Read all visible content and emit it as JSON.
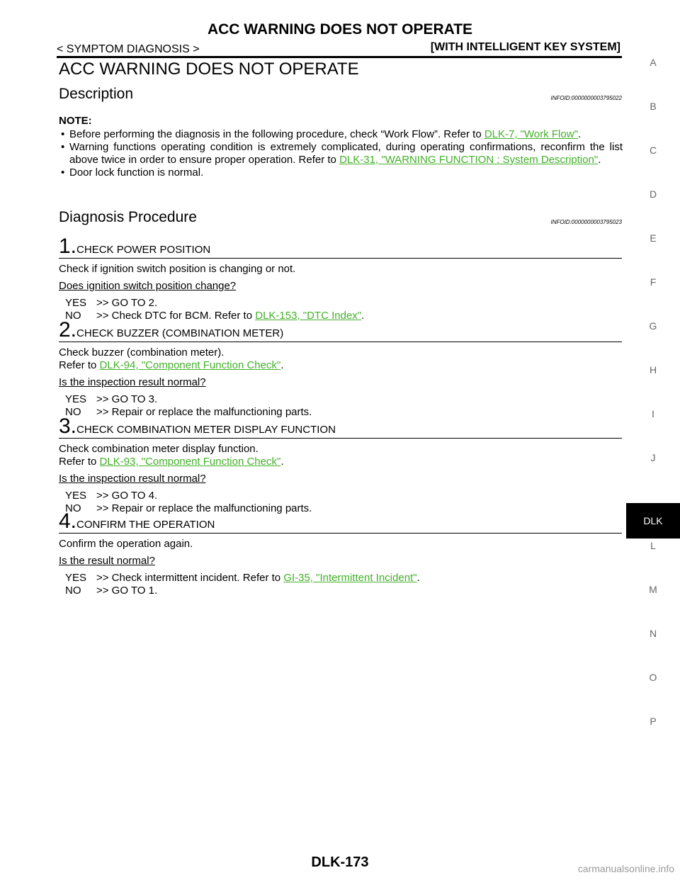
{
  "header": {
    "title": "ACC WARNING DOES NOT OPERATE",
    "breadcrumb": "< SYMPTOM DIAGNOSIS >",
    "system": "[WITH INTELLIGENT KEY SYSTEM]"
  },
  "page_title": "ACC WARNING DOES NOT OPERATE",
  "description": {
    "heading": "Description",
    "infoid": "INFOID:0000000003795022",
    "note_label": "NOTE:",
    "bullet1_text": "Before performing the diagnosis in the following procedure, check “Work Flow”. Refer to ",
    "bullet1_link": "DLK-7, \"Work Flow\"",
    "bullet2_text": "Warning functions operating condition is extremely complicated, during operating confirmations, reconfirm the list above twice in order to ensure proper operation. Refer to ",
    "bullet2_link": "DLK-31, \"WARNING FUNCTION : System Description\"",
    "bullet3_text": "Door lock function is normal.",
    "period": "."
  },
  "procedure": {
    "heading": "Diagnosis Procedure",
    "infoid": "INFOID:0000000003795023",
    "steps": [
      {
        "num": "1.",
        "title": "CHECK POWER POSITION",
        "line1": "Check if ignition switch position is changing or not.",
        "question": "Does ignition switch position change?",
        "yes_key": "YES",
        "yes_text": ">> GO TO 2.",
        "no_key": "NO",
        "no_text": ">> Check DTC for BCM. Refer to ",
        "no_link": "DLK-153, \"DTC  Index\""
      },
      {
        "num": "2.",
        "title": "CHECK BUZZER (COMBINATION METER)",
        "line1": "Check buzzer (combination meter).",
        "line2_text": "Refer to ",
        "line2_link": "DLK-94, \"Component  Function  Check\"",
        "question": "Is the inspection result normal?",
        "yes_key": "YES",
        "yes_text": ">> GO TO 3.",
        "no_key": "NO",
        "no_text": ">> Repair or replace the malfunctioning parts."
      },
      {
        "num": "3.",
        "title": "CHECK COMBINATION METER DISPLAY FUNCTION",
        "line1": "Check combination meter display function.",
        "line2_text": "Refer to ",
        "line2_link": "DLK-93, \"Component  Function  Check\"",
        "question": "Is the inspection result normal?",
        "yes_key": "YES",
        "yes_text": ">> GO TO 4.",
        "no_key": "NO",
        "no_text": ">> Repair or replace the malfunctioning parts."
      },
      {
        "num": "4.",
        "title": "CONFIRM THE OPERATION",
        "line1": "Confirm the operation again.",
        "question": "Is the result normal?",
        "yes_key": "YES",
        "yes_text": ">> Check intermittent incident. Refer to ",
        "yes_link": "GI-35, \"Intermittent Incident\"",
        "no_key": "NO",
        "no_text": ">> GO TO 1."
      }
    ]
  },
  "side_tabs": [
    "A",
    "B",
    "C",
    "D",
    "E",
    "F",
    "G",
    "H",
    "I",
    "J",
    "DLK",
    "L",
    "M",
    "N",
    "O",
    "P"
  ],
  "footer": {
    "page_number": "DLK-173",
    "watermark": "carmanualsonline.info"
  },
  "colors": {
    "link": "#43b02a"
  }
}
